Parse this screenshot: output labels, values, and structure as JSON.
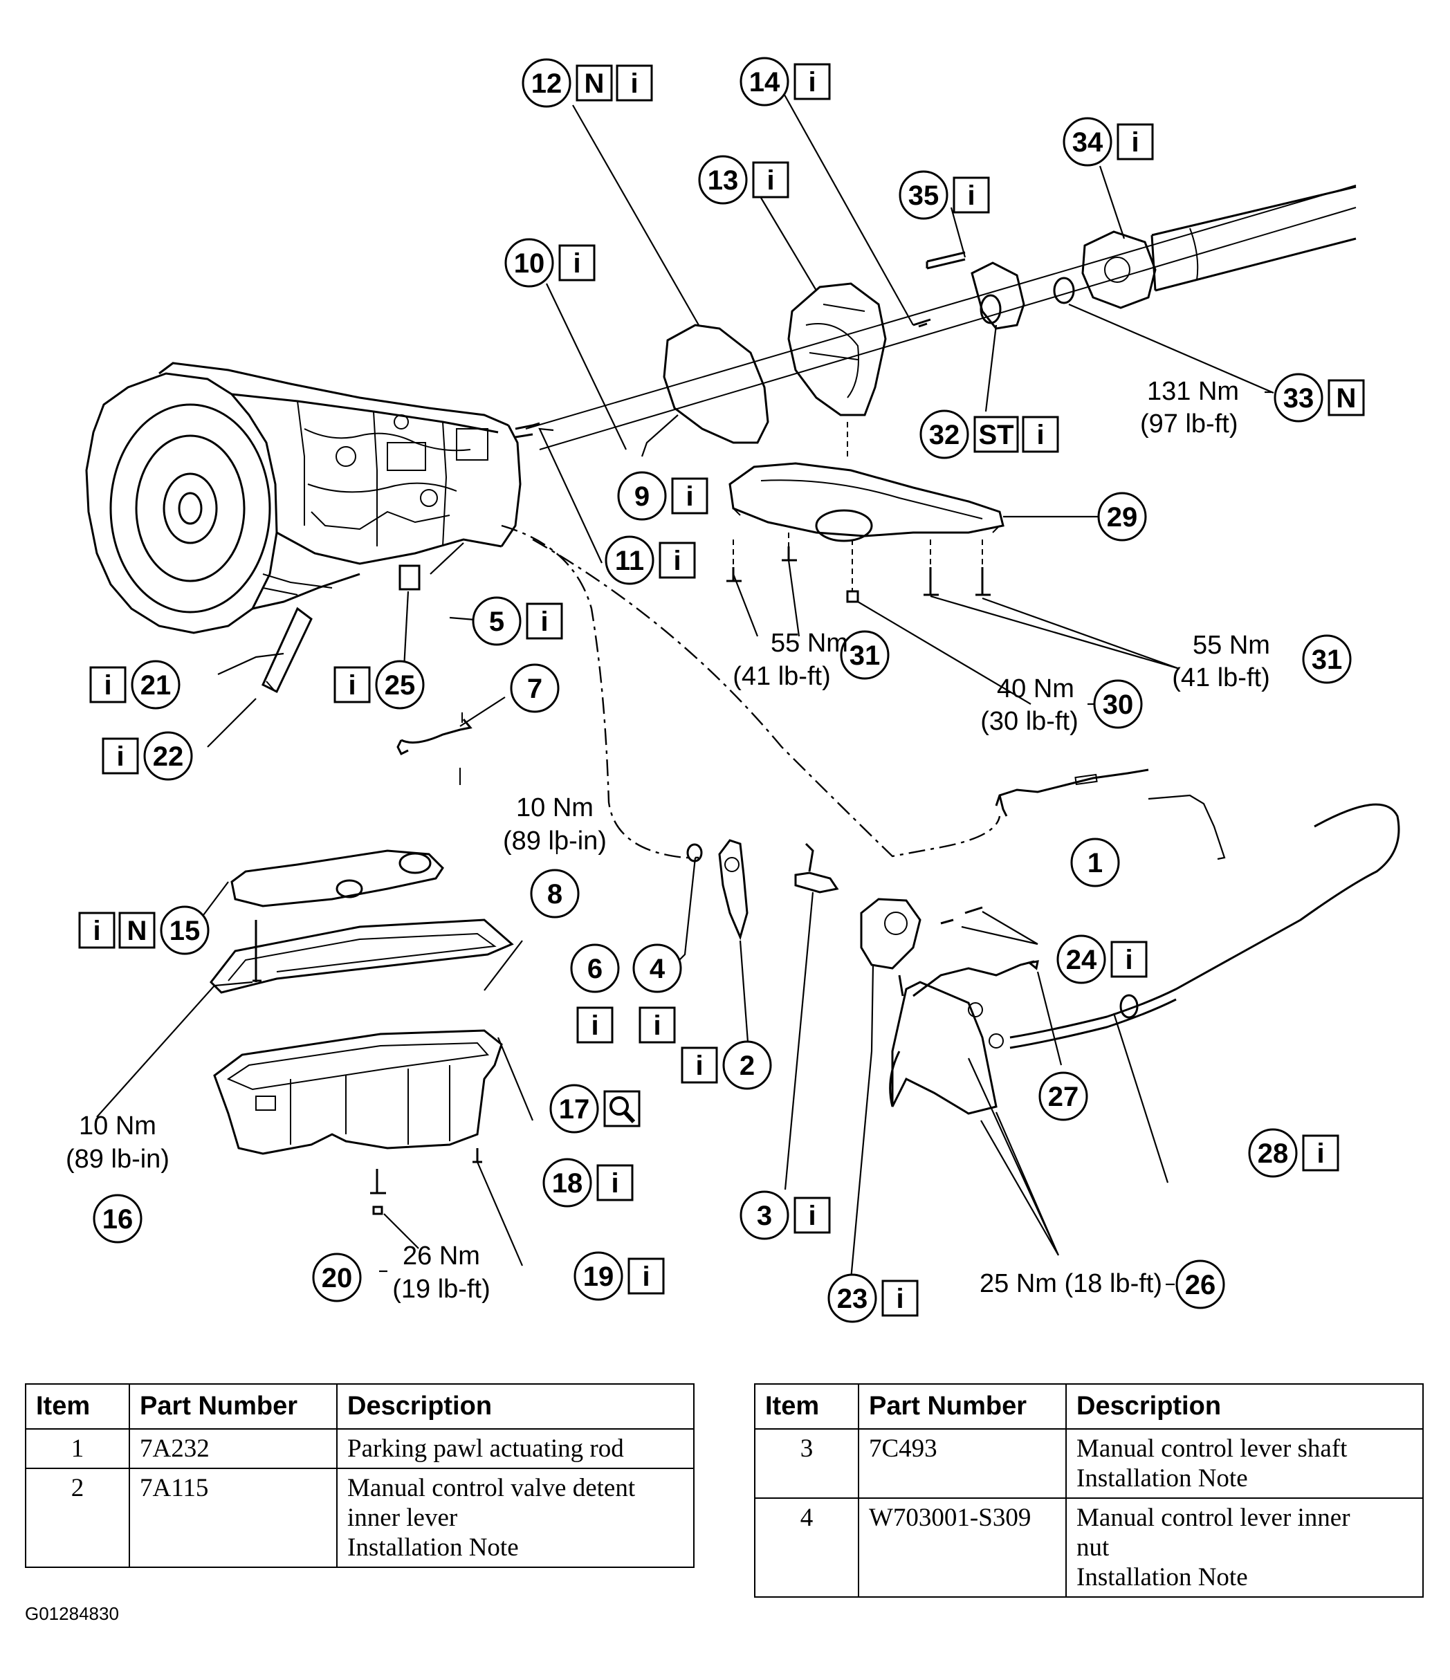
{
  "figure_id": "G01284830",
  "callouts": [
    {
      "num": "1",
      "badges": []
    },
    {
      "num": "2",
      "badges": [
        "i"
      ]
    },
    {
      "num": "3",
      "badges": [
        "i"
      ]
    },
    {
      "num": "4",
      "badges": [
        "i"
      ]
    },
    {
      "num": "5",
      "badges": [
        "i"
      ]
    },
    {
      "num": "6",
      "badges": [
        "i"
      ]
    },
    {
      "num": "7",
      "badges": []
    },
    {
      "num": "8",
      "badges": []
    },
    {
      "num": "9",
      "badges": [
        "i"
      ]
    },
    {
      "num": "10",
      "badges": [
        "i"
      ]
    },
    {
      "num": "11",
      "badges": [
        "i"
      ]
    },
    {
      "num": "12",
      "badges": [
        "N",
        "i"
      ]
    },
    {
      "num": "13",
      "badges": [
        "i"
      ]
    },
    {
      "num": "14",
      "badges": [
        "i"
      ]
    },
    {
      "num": "15",
      "badges": [
        "i",
        "N"
      ]
    },
    {
      "num": "16",
      "badges": []
    },
    {
      "num": "17",
      "badges": [
        "magnifier-icon"
      ]
    },
    {
      "num": "18",
      "badges": [
        "i"
      ]
    },
    {
      "num": "19",
      "badges": [
        "i"
      ]
    },
    {
      "num": "20",
      "badges": []
    },
    {
      "num": "21",
      "badges": [
        "i"
      ]
    },
    {
      "num": "22",
      "badges": [
        "i"
      ]
    },
    {
      "num": "23",
      "badges": [
        "i"
      ]
    },
    {
      "num": "24",
      "badges": [
        "i"
      ]
    },
    {
      "num": "25",
      "badges": [
        "i"
      ]
    },
    {
      "num": "26",
      "badges": []
    },
    {
      "num": "27",
      "badges": []
    },
    {
      "num": "28",
      "badges": [
        "i"
      ]
    },
    {
      "num": "29",
      "badges": []
    },
    {
      "num": "30",
      "badges": []
    },
    {
      "num": "31",
      "badges": []
    },
    {
      "num": "32",
      "badges": [
        "ST",
        "i"
      ]
    },
    {
      "num": "33",
      "badges": [
        "N"
      ]
    },
    {
      "num": "34",
      "badges": [
        "i"
      ]
    },
    {
      "num": "35",
      "badges": [
        "i"
      ]
    }
  ],
  "torque_specs": {
    "t33": {
      "line1": "131 Nm",
      "line2": "(97 lb-ft)"
    },
    "t31a": {
      "line1": "55 Nm",
      "line2": "(41 lb-ft)"
    },
    "t31b": {
      "line1": "55 Nm",
      "line2": "(41 lb-ft)"
    },
    "t30": {
      "line1": "40 Nm",
      "line2": "(30 lb-ft)"
    },
    "t8": {
      "line1": "10 Nm",
      "line2": "(89 lb-in)"
    },
    "t16": {
      "line1": "10 Nm",
      "line2": "(89 lb-in)"
    },
    "t20": {
      "line1": "26 Nm",
      "line2": "(19 lb-ft)"
    },
    "t26": {
      "line1": "25 Nm (18 lb-ft)"
    }
  },
  "tables": [
    {
      "headers": [
        "Item",
        "Part Number",
        "Description"
      ],
      "rows": [
        {
          "item": "1",
          "part_number": "7A232",
          "description": "Parking pawl actuating rod"
        },
        {
          "item": "2",
          "part_number": "7A115",
          "description": "Manual control valve detent\ninner lever\nInstallation Note"
        }
      ]
    },
    {
      "headers": [
        "Item",
        "Part Number",
        "Description"
      ],
      "rows": [
        {
          "item": "3",
          "part_number": "7C493",
          "description": "Manual control lever shaft\nInstallation Note"
        },
        {
          "item": "4",
          "part_number": "W703001-S309",
          "description": "Manual control lever inner\nnut\nInstallation Note"
        }
      ]
    }
  ]
}
